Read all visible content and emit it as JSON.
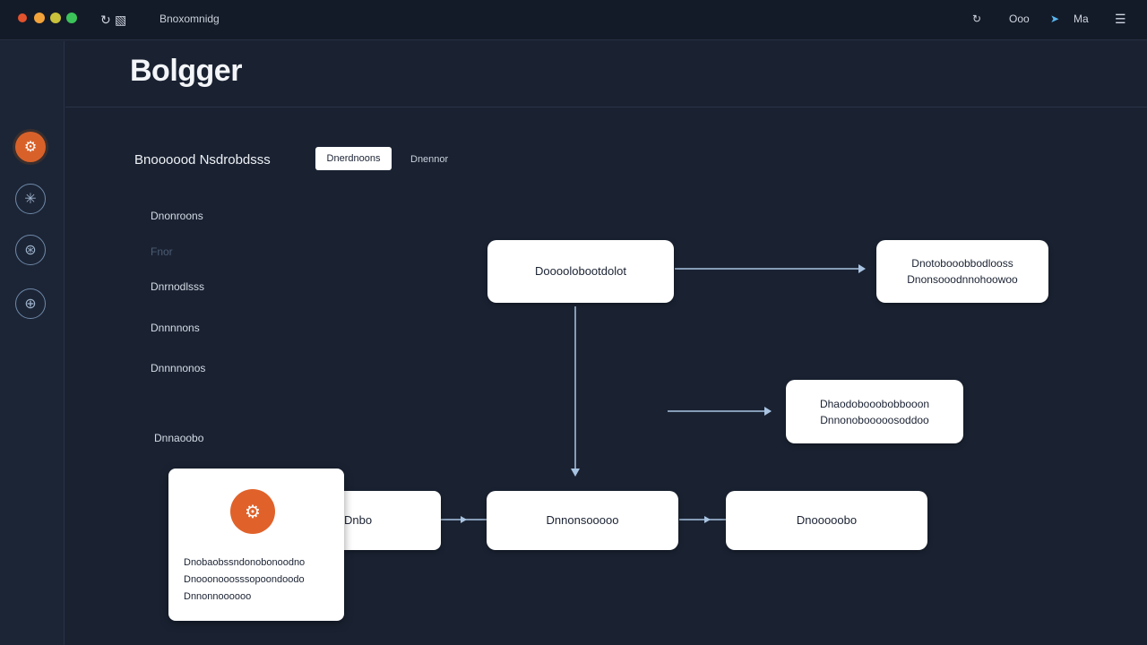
{
  "titlebar": {
    "label": "Bnoxomnidg",
    "left_icons": [
      "refresh-icon",
      "grid-icon"
    ],
    "right_items": [
      {
        "icon": "refresh-icon",
        "label": ""
      },
      {
        "icon": "",
        "label": "Ooo"
      },
      {
        "icon": "arrow-icon",
        "label": "Ma"
      },
      {
        "icon": "menu-icon",
        "label": ""
      }
    ]
  },
  "app": {
    "title": "Bolgger"
  },
  "toolbar": {
    "section_title": "Bnoooood Nsdrobdsss",
    "active_tab": "Dnerdnoons",
    "link_tab": "Dnennor"
  },
  "sidebar": {
    "items": [
      {
        "name": "home",
        "icon": "gear-icon",
        "active": true
      },
      {
        "name": "network",
        "icon": "network-icon",
        "active": false
      },
      {
        "name": "shield",
        "icon": "shield-icon",
        "active": false
      },
      {
        "name": "globe",
        "icon": "globe-icon",
        "active": false
      }
    ]
  },
  "nav": {
    "items": [
      "Dnonroons",
      "Fnor",
      "Dnrnodlsss",
      "Dnnnnons",
      "Dnnnnonos",
      "Dnnaoobo"
    ]
  },
  "diagram": {
    "nodes": {
      "top_center": {
        "label": "Doooolobootdolot"
      },
      "top_right": {
        "line1": "Dnotobooobbodlooss",
        "line2": "Dnonsooodnnohoowoo"
      },
      "mid_right": {
        "line1": "Dhaodobooobobbooon",
        "line2": "Dnnonobooooosoddoo"
      },
      "bottom_left": {
        "label": "Dnbo"
      },
      "bottom_center": {
        "label": "Dnnonsooooo"
      },
      "bottom_right": {
        "label": "Dnooooobo"
      }
    },
    "card": {
      "icon": "gear-icon",
      "line1": "Dnobaobssndonobonoodno",
      "line2": "Dnooonooosssopoondoodo",
      "line3": "Dnnonnoooooo"
    }
  },
  "colors": {
    "background": "#1a2232",
    "accent": "#d8612a",
    "node": "#ffffff",
    "connector": "#a9c4e2"
  }
}
